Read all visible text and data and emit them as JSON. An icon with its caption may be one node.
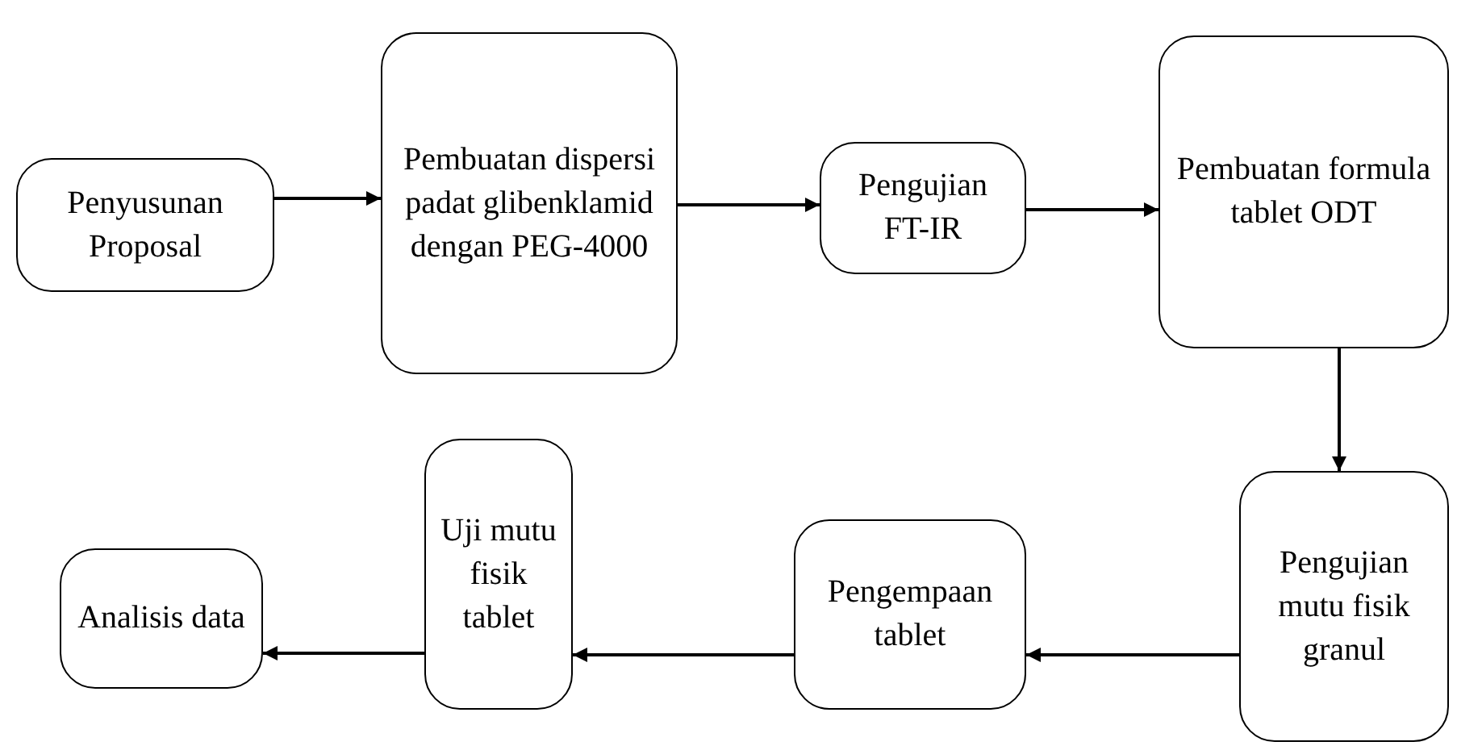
{
  "diagram": {
    "nodes": [
      {
        "text": [
          "Penyusunan Proposal"
        ]
      },
      {
        "text": [
          "Pembuatan dispersi padat glibenklamid dengan PEG-4000"
        ]
      },
      {
        "text": [
          "Pengujian FT-IR"
        ]
      },
      {
        "text": [
          "Pembuatan formula tablet ODT"
        ]
      },
      {
        "text": [
          "Pengujian mutu fisik granul"
        ]
      },
      {
        "text": [
          "Pengempaan tablet"
        ]
      },
      {
        "text": [
          "Uji mutu fisik tablet"
        ]
      },
      {
        "text": [
          "Analisis data"
        ]
      }
    ],
    "edges": [
      {
        "from": 0,
        "to": 1,
        "arrow": "to"
      },
      {
        "from": 1,
        "to": 2,
        "arrow": "to"
      },
      {
        "from": 2,
        "to": 3,
        "arrow": "to"
      },
      {
        "from": 3,
        "to": 4,
        "arrow": "to"
      },
      {
        "from": 4,
        "to": 5,
        "arrow": "to"
      },
      {
        "from": 5,
        "to": 6,
        "arrow": "to"
      },
      {
        "from": 6,
        "to": 7,
        "arrow": "to"
      }
    ]
  }
}
